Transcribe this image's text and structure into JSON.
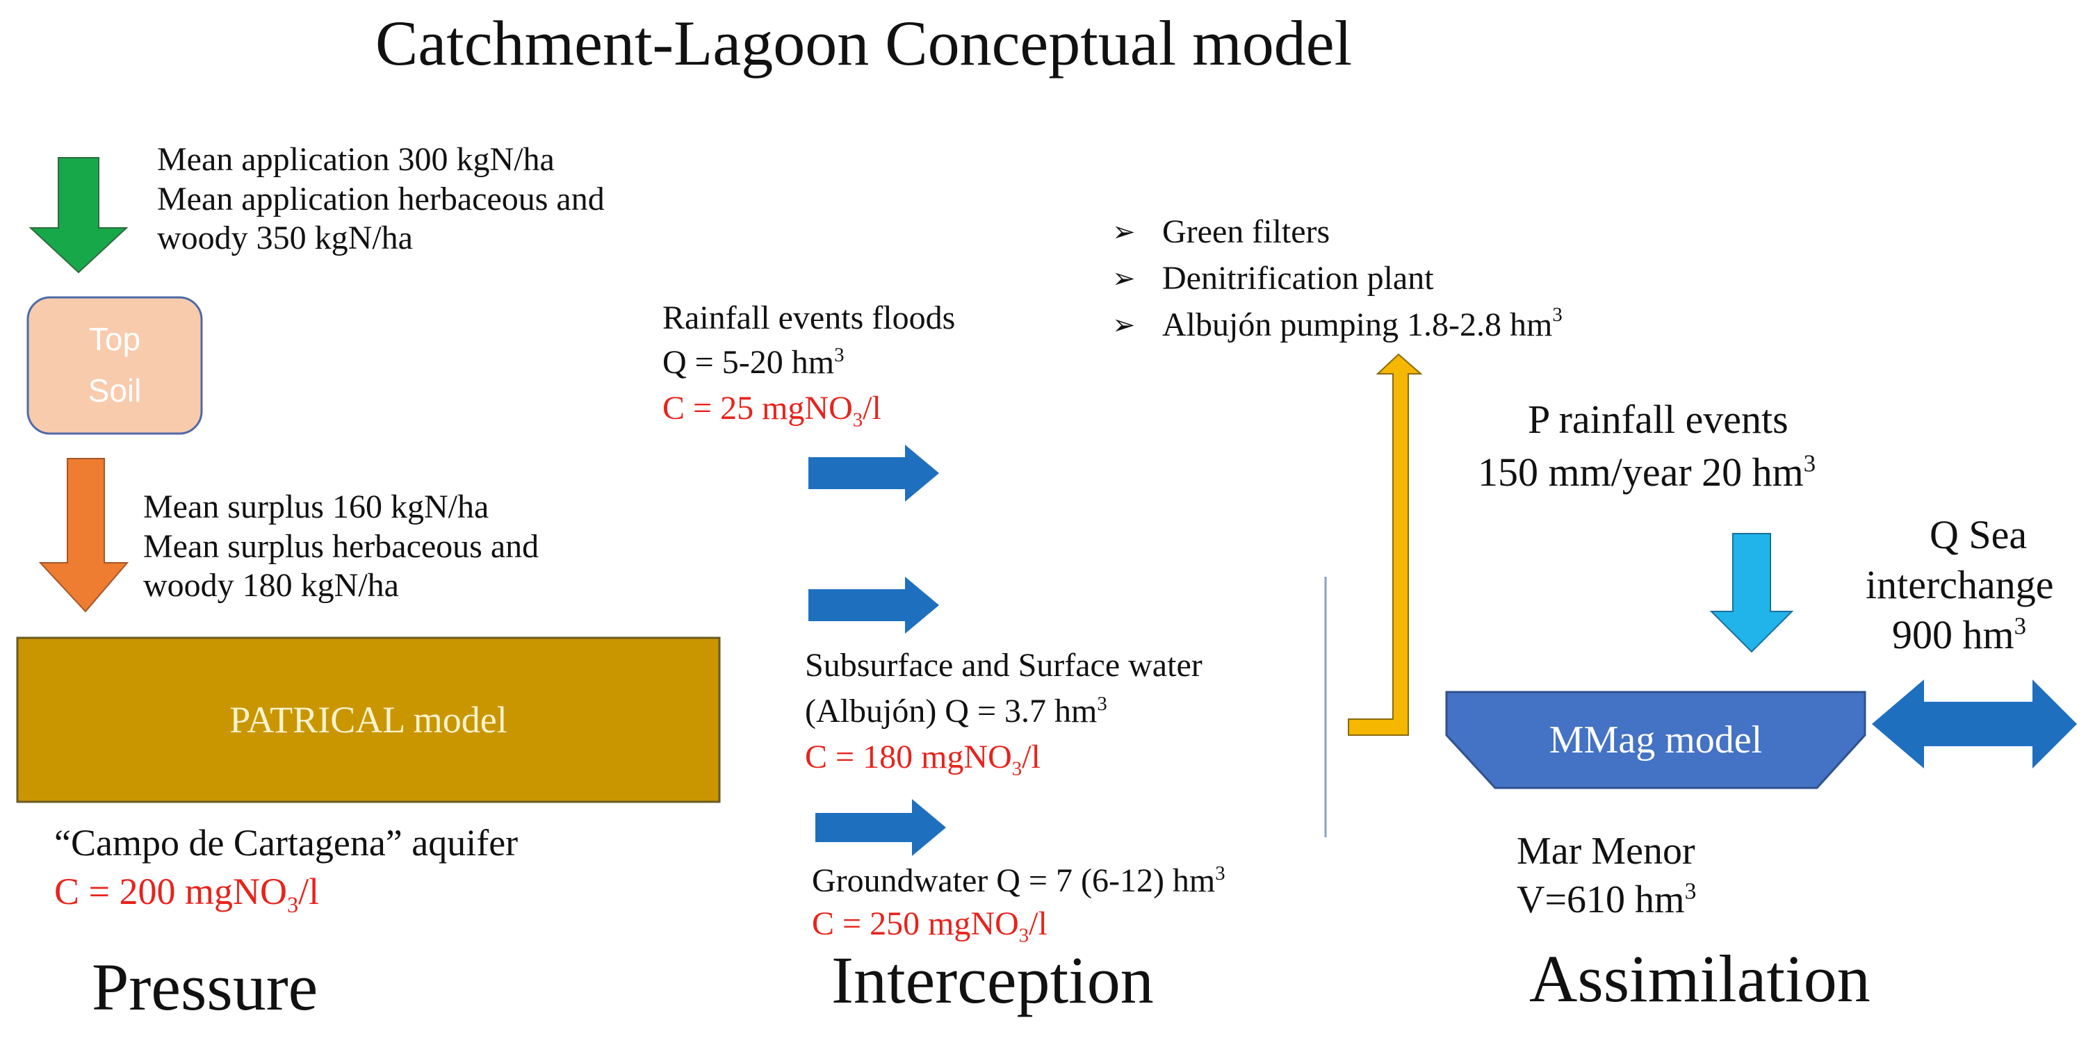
{
  "title": "Catchment-Lagoon Conceptual model",
  "pressure": {
    "application_lines": [
      "Mean application 300 kgN/ha",
      "Mean application herbaceous and",
      "woody 350 kgN/ha"
    ],
    "top_soil_lines": [
      "Top",
      "Soil"
    ],
    "surplus_lines": [
      "Mean surplus 160 kgN/ha",
      "Mean surplus herbaceous and",
      "woody 180 kgN/ha"
    ],
    "patrical_label": "PATRICAL model",
    "aquifer_label": "“Campo de Cartagena” aquifer",
    "aquifer_conc": {
      "prefix": "C = 200 mgNO",
      "sub": "3",
      "suffix": "/l"
    },
    "section_label": "Pressure"
  },
  "interception": {
    "rainfall_label": "Rainfall events floods",
    "rainfall_q": {
      "prefix": "Q = 5-20 hm",
      "sup": "3"
    },
    "rainfall_conc": {
      "prefix": "C = 25 mgNO",
      "sub": "3",
      "suffix": "/l"
    },
    "subsurface_line1": "Subsurface and Surface water",
    "subsurface_line2": {
      "prefix": "(Albujón) Q = 3.7 hm",
      "sup": "3"
    },
    "subsurface_conc": {
      "prefix": "C = 180 mgNO",
      "sub": "3",
      "suffix": "/l"
    },
    "groundwater_q": {
      "prefix": "Groundwater Q = 7 (6-12) hm",
      "sup": "3"
    },
    "groundwater_conc": {
      "prefix": "C = 250 mgNO",
      "sub": "3",
      "suffix": "/l"
    },
    "measures": [
      {
        "text": "Green filters",
        "sup": ""
      },
      {
        "text": "Denitrification plant",
        "sup": ""
      },
      {
        "text": "Albujón pumping 1.8-2.8 hm",
        "sup": "3"
      }
    ],
    "section_label": "Interception"
  },
  "assimilation": {
    "rainfall_line1": "P rainfall events",
    "rainfall_line2": {
      "prefix": "150 mm/year 20 hm",
      "sup": "3"
    },
    "sea_line1": "Q Sea",
    "sea_line2": "interchange",
    "sea_line3": {
      "prefix": "900 hm",
      "sup": "3"
    },
    "mmag_label": "MMag model",
    "mar_menor": "Mar Menor",
    "volume": {
      "prefix": "V=610 hm",
      "sup": "3"
    },
    "section_label": "Assimilation"
  },
  "colors": {
    "green_arrow": "#17a84a",
    "orange_arrow": "#ee7d31",
    "top_soil_fill": "#f8cbad",
    "patrical_fill": "#c99600",
    "blue_arrow": "#1f6fbf",
    "yellow_arrow": "#f5b700",
    "light_blue_arrow": "#21b4ea",
    "mmag_fill": "#4472c4",
    "red_text": "#e8231c"
  }
}
